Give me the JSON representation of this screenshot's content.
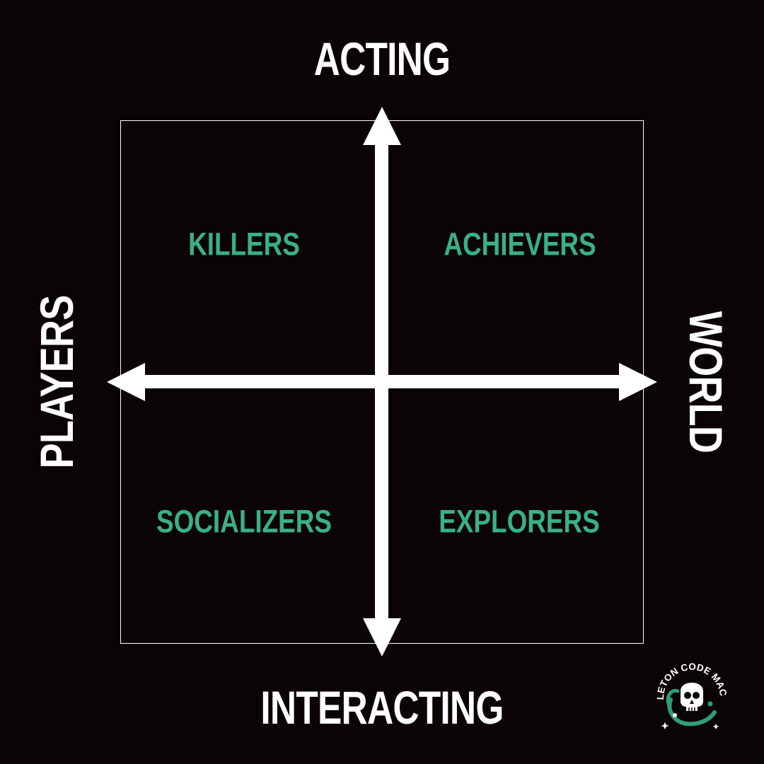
{
  "axes": {
    "top": "ACTING",
    "bottom": "INTERACTING",
    "left": "PLAYERS",
    "right": "WORLD"
  },
  "quadrants": {
    "top_left": "KILLERS",
    "top_right": "ACHIEVERS",
    "bottom_left": "SOCIALIZERS",
    "bottom_right": "EXPLORERS"
  },
  "logo": {
    "text": "SKELETON CODE MACHINE",
    "icon": "skull-logo-icon"
  },
  "colors": {
    "background": "#0a0405",
    "axis": "#ffffff",
    "quadrant_text": "#3aaf8c",
    "logo_accent": "#2f9e7a"
  }
}
